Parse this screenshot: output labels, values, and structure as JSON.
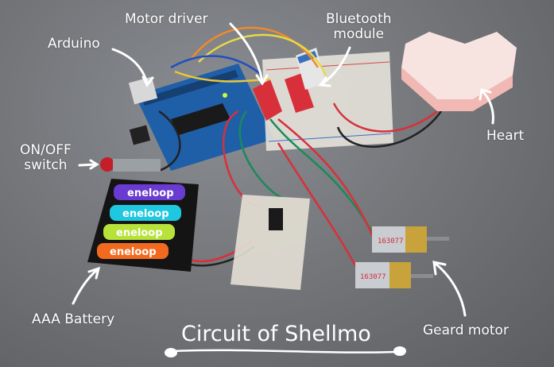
{
  "title": "Circuit of Shellmo",
  "labels": {
    "arduino": "Arduino",
    "motor_driver": "Motor driver",
    "bluetooth_line1": "Bluetooth",
    "bluetooth_line2": "module",
    "heart": "Heart",
    "switch_line1": "ON/OFF",
    "switch_line2": "switch",
    "battery": "AAA Battery",
    "motor": "Geard motor"
  },
  "battery_brand": [
    "eneloop",
    "eneloop",
    "eneloop",
    "eneloop"
  ],
  "motor_code": [
    "163077",
    "163077"
  ],
  "colors": {
    "battery_purple": "#6a3bd0",
    "battery_cyan": "#1ec8e0",
    "battery_green": "#b7e23a",
    "battery_orange": "#f26a1e",
    "arduino_blue": "#1f5fa8",
    "driver_red": "#d8303a",
    "heart_pink": "#f7d9d6"
  }
}
